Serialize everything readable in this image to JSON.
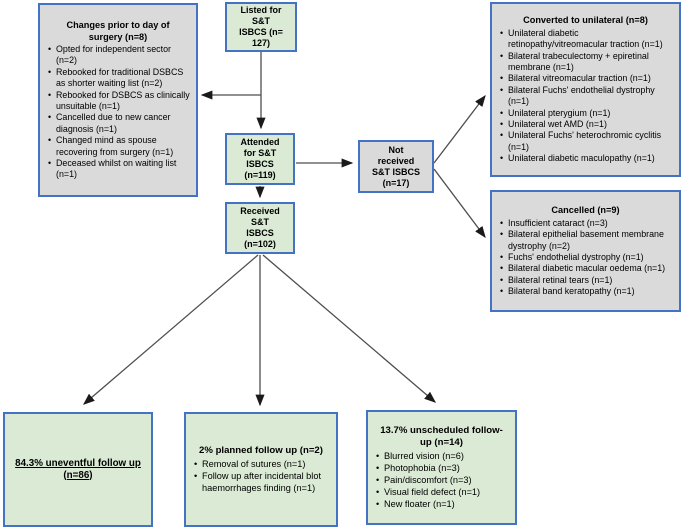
{
  "colors": {
    "box_border": "#4472c4",
    "green_fill": "#dbead5",
    "gray_fill": "#dadada",
    "arrow": "#4d4d4d"
  },
  "flow": {
    "listed": {
      "text": "Listed for\nS&T\nISBCS (n=\n127)"
    },
    "attended": {
      "text": "Attended\nfor S&T\nISBCS\n(n=119)"
    },
    "received": {
      "text": "Received\nS&T\nISBCS\n(n=102)"
    },
    "not_received": {
      "text": "Not\nreceived\nS&T ISBCS\n(n=17)"
    },
    "changes_prior": {
      "title": "Changes prior to day of\nsurgery (n=8)",
      "items": [
        "Opted for independent sector (n=2)",
        "Rebooked for traditional DSBCS as shorter waiting list (n=2)",
        "Rebooked for DSBCS as clinically unsuitable (n=1)",
        "Cancelled due to new cancer diagnosis (n=1)",
        "Changed mind as spouse recovering from surgery (n=1)",
        "Deceased whilst on waiting list (n=1)"
      ]
    },
    "converted": {
      "title": "Converted to unilateral (n=8)",
      "items": [
        "Unilateral diabetic retinopathy/vitreomacular traction (n=1)",
        "Bilateral trabeculectomy + epiretinal membrane (n=1)",
        "Bilateral vitreomacular traction (n=1)",
        "Bilateral Fuchs' endothelial dystrophy (n=1)",
        "Unilateral pterygium (n=1)",
        "Unilateral wet AMD (n=1)",
        "Unilateral Fuchs' heterochromic cyclitis (n=1)",
        "Unilateral diabetic maculopathy (n=1)"
      ]
    },
    "cancelled": {
      "title": "Cancelled (n=9)",
      "items": [
        "Insufficient cataract (n=3)",
        "Bilateral epithelial basement membrane dystrophy (n=2)",
        "Fuchs' endothelial dystrophy (n=1)",
        "Bilateral diabetic macular oedema (n=1)",
        "Bilateral retinal tears (n=1)",
        "Bilateral band keratopathy (n=1)"
      ]
    },
    "uneventful": {
      "title": "84.3% uneventful follow up\n(n=86)"
    },
    "planned": {
      "title": "2% planned follow up (n=2)",
      "items": [
        "Removal of sutures (n=1)",
        "Follow up after incidental blot haemorrhages finding (n=1)"
      ]
    },
    "unscheduled": {
      "title": "13.7% unscheduled follow-\nup (n=14)",
      "items": [
        "Blurred vision (n=6)",
        "Photophobia (n=3)",
        "Pain/discomfort (n=3)",
        "Visual field defect (n=1)",
        "New floater (n=1)"
      ]
    }
  }
}
